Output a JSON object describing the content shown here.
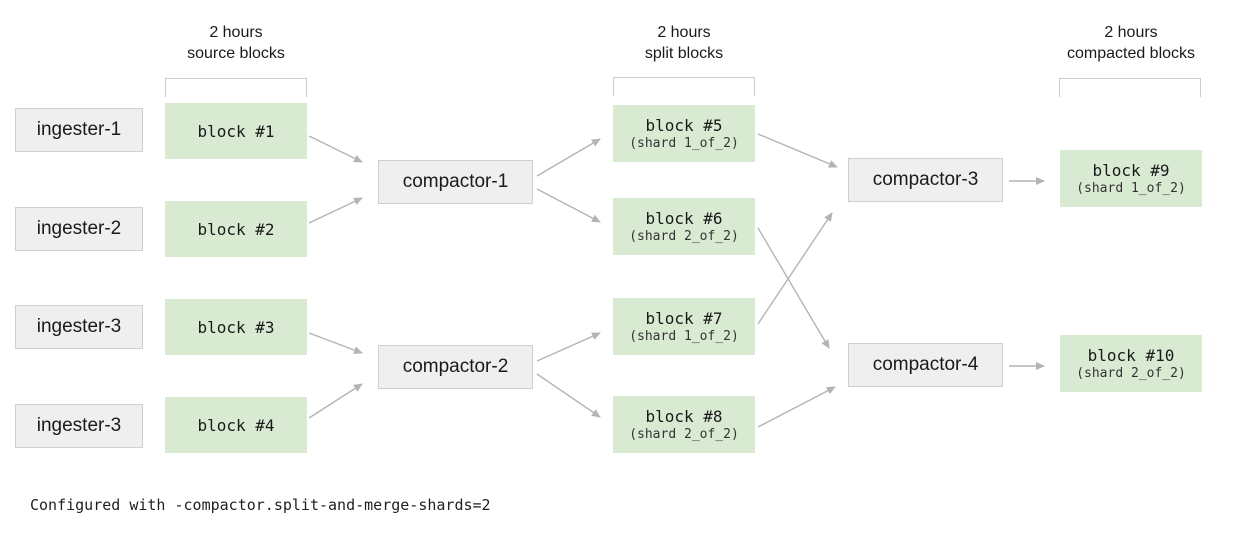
{
  "diagram": {
    "headers": [
      {
        "line1": "2 hours",
        "line2": "source blocks"
      },
      {
        "line1": "2 hours",
        "line2": "split blocks"
      },
      {
        "line1": "2 hours",
        "line2": "compacted blocks"
      }
    ],
    "ingesters": [
      "ingester-1",
      "ingester-2",
      "ingester-3",
      "ingester-3"
    ],
    "source_blocks": [
      "block #1",
      "block #2",
      "block #3",
      "block #4"
    ],
    "compactors": [
      "compactor-1",
      "compactor-2",
      "compactor-3",
      "compactor-4"
    ],
    "split_blocks": [
      {
        "name": "block #5",
        "shard": "(shard 1_of_2)"
      },
      {
        "name": "block #6",
        "shard": "(shard 2_of_2)"
      },
      {
        "name": "block #7",
        "shard": "(shard 1_of_2)"
      },
      {
        "name": "block #8",
        "shard": "(shard 2_of_2)"
      }
    ],
    "compacted_blocks": [
      {
        "name": "block #9",
        "shard": "(shard 1_of_2)"
      },
      {
        "name": "block #10",
        "shard": "(shard 2_of_2)"
      }
    ],
    "caption": "Configured with -compactor.split-and-merge-shards=2",
    "connections": [
      {
        "from": "block #1",
        "to": "compactor-1"
      },
      {
        "from": "block #2",
        "to": "compactor-1"
      },
      {
        "from": "block #3",
        "to": "compactor-2"
      },
      {
        "from": "block #4",
        "to": "compactor-2"
      },
      {
        "from": "compactor-1",
        "to": "block #5"
      },
      {
        "from": "compactor-1",
        "to": "block #6"
      },
      {
        "from": "compactor-2",
        "to": "block #7"
      },
      {
        "from": "compactor-2",
        "to": "block #8"
      },
      {
        "from": "block #5",
        "to": "compactor-3"
      },
      {
        "from": "block #7",
        "to": "compactor-3"
      },
      {
        "from": "block #6",
        "to": "compactor-4"
      },
      {
        "from": "block #8",
        "to": "compactor-4"
      },
      {
        "from": "compactor-3",
        "to": "block #9"
      },
      {
        "from": "compactor-4",
        "to": "block #10"
      }
    ],
    "colors": {
      "block_fill": "#d9ead3",
      "node_fill": "#efefef",
      "node_border": "#cfcfcf",
      "arrow": "#b4b4b4",
      "text": "#212121"
    }
  }
}
